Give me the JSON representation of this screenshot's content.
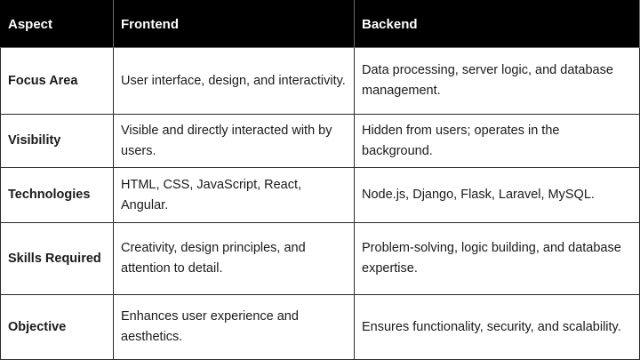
{
  "table": {
    "headers": [
      "Aspect",
      "Frontend",
      "Backend"
    ],
    "rows": [
      {
        "aspect": "Focus Area",
        "frontend": "User interface, design, and interactivity.",
        "backend": "Data processing, server logic, and database management."
      },
      {
        "aspect": "Visibility",
        "frontend": "Visible and directly interacted with by users.",
        "backend": "Hidden from users; operates in the background."
      },
      {
        "aspect": "Technologies",
        "frontend": "HTML, CSS, JavaScript, React, Angular.",
        "backend": "Node.js, Django, Flask, Laravel, MySQL."
      },
      {
        "aspect": "Skills Required",
        "frontend": "Creativity, design principles, and attention to detail.",
        "backend": "Problem-solving, logic building, and database expertise."
      },
      {
        "aspect": "Objective",
        "frontend": "Enhances user experience and aesthetics.",
        "backend": "Ensures functionality, security, and scalability."
      }
    ]
  }
}
